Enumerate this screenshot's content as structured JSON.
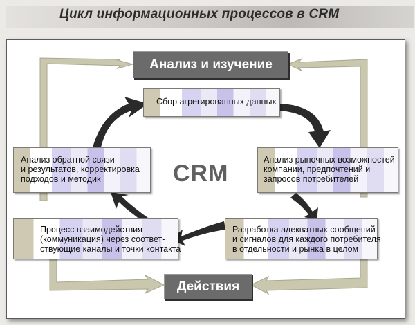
{
  "title": "Цикл информационных процессов в CRM",
  "center_label": "CRM",
  "stages": {
    "top": "Анализ и изучение",
    "bottom": "Действия"
  },
  "steps": [
    {
      "lines": [
        "Сбор агрегированных данных"
      ]
    },
    {
      "lines": [
        "Анализ рыночных возможностей",
        "компании, предпочтений и",
        "запросов потребителей"
      ]
    },
    {
      "lines": [
        "Разработка адекватных сообщений",
        "и сигналов для каждого потребителя",
        "в отдельности и рынка в целом"
      ]
    },
    {
      "lines": [
        "Процесс взаимодействия",
        "(коммуникация) через соответ-",
        "ствующие каналы и точки контакта"
      ]
    },
    {
      "lines": [
        "Анализ обратной связи",
        "и результатов, корректировка",
        "подходов и методик"
      ]
    }
  ],
  "colors": {
    "stage_box": "#6b6b6b",
    "arrow_dark": "#2a2a2a",
    "arrow_light": "#c9c7ae"
  }
}
